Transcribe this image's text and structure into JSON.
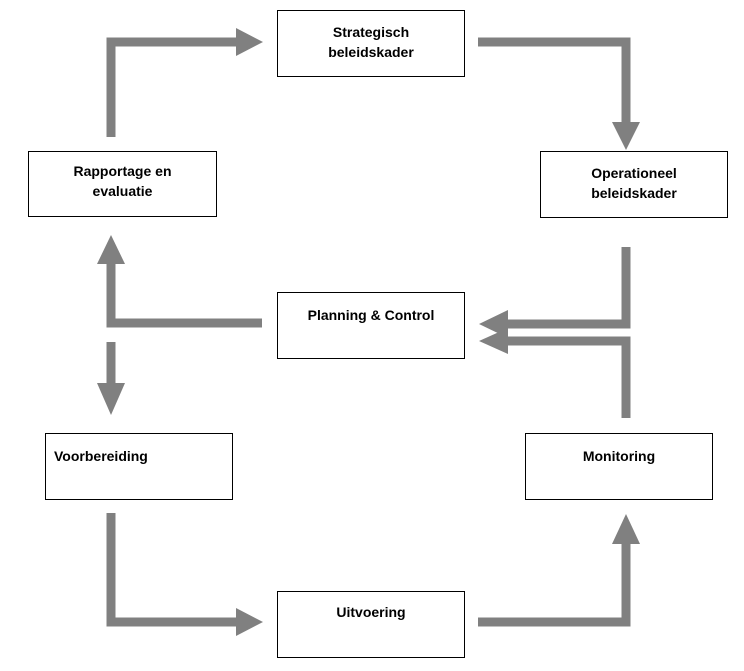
{
  "colors": {
    "arrow": "#808080",
    "box_border": "#000000",
    "text": "#000000",
    "background": "#ffffff"
  },
  "nodes": {
    "strategisch": "Strategisch\nbeleidskader",
    "operationeel": "Operationeel\nbeleidskader",
    "rapportage": "Rapportage en\nevaluatie",
    "planning": "Planning & Control",
    "voorbereiding": "Voorbereiding",
    "monitoring": "Monitoring",
    "uitvoering": "Uitvoering"
  }
}
